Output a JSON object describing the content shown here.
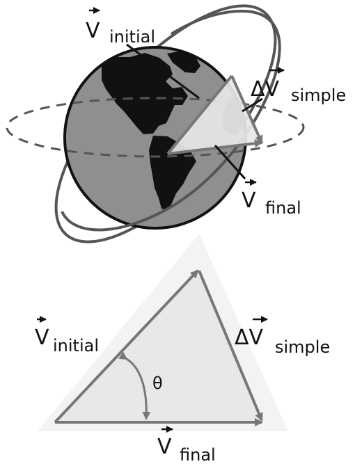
{
  "globe_labels": {
    "v_initial": {
      "symbol": "V",
      "subscript": "initial"
    },
    "delta_v_simple": {
      "symbol": "ΔV",
      "subscript": "simple"
    },
    "v_final": {
      "symbol": "V",
      "subscript": "final"
    }
  },
  "triangle_labels": {
    "v_initial": {
      "symbol": "V",
      "subscript": "initial"
    },
    "delta_v_simple": {
      "symbol": "ΔV",
      "subscript": "simple"
    },
    "v_final": {
      "symbol": "V",
      "subscript": "final"
    },
    "angle": "θ"
  },
  "colors": {
    "globe_fill": "#8f8f8f",
    "land_fill": "#111111",
    "orbit_stroke": "#555555",
    "vector_stroke": "#777777",
    "triangle_fill": "#f1f1f1"
  }
}
